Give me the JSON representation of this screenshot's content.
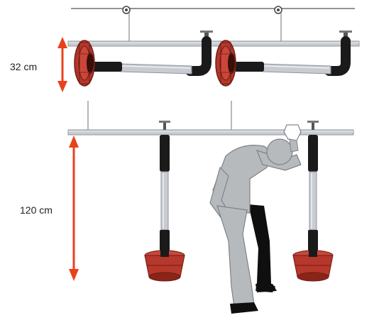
{
  "dimensions": {
    "upper_gap": {
      "label": "32 cm",
      "value": 32,
      "unit": "cm"
    },
    "mount_height": {
      "label": "120 cm",
      "value": 120,
      "unit": "cm"
    }
  },
  "colors": {
    "arrow": "#e8421c",
    "pipe": "#c8ccd0",
    "pipe_edge": "#8e959c",
    "hose": "#1a1a1a",
    "reel_red": "#b6372b",
    "reel_dark": "#6e1c14",
    "figure_grey": "#b7babd",
    "figure_dark": "#0f0f0f"
  },
  "icons": {
    "drop_arrow": "double-headed-arrow-icon",
    "hose_reel": "hose-reel-icon",
    "drop_hose": "vertical-drop-hose-icon",
    "worker": "bending-worker-icon",
    "valve": "ceiling-valve-icon"
  }
}
